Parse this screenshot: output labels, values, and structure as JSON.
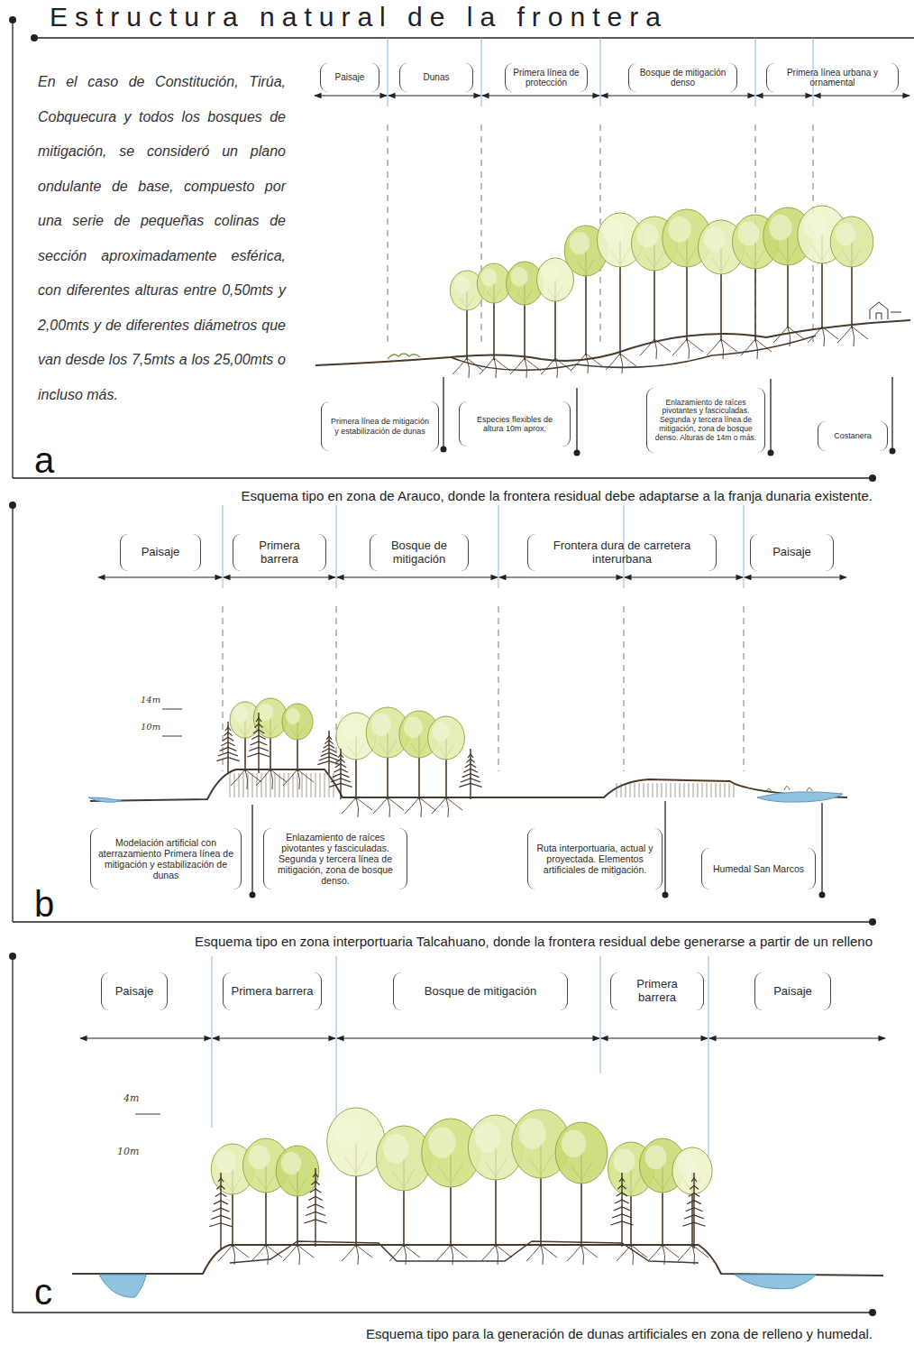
{
  "diagram": {
    "title": "Estructura natural de la frontera",
    "labels": [
      "En el caso de Constitución, Tirúa, Cobquecura y todos los bosques de mitigación, se consideró un plano ondulante de base, compuesto por una serie de pequeñas colinas de sección aproximadamente esférica, con diferentes alturas entre 0,50mts y 2,00mts y de diferentes diámetros que van desde los 7,5mts a los 25,00mts o incluso más.",
      "Paisaje",
      "Dunas",
      "Primera línea de protección",
      "Bosque de mitigación denso",
      "Primera línea urbana y ornamental",
      "Primera línea de mitigación y estabilización de dunas",
      "Especies flexibles de altura 10m aprox.",
      "Enlazamiento de raíces pivotantes y fasciculadas. Segunda y tercera línea de mitigación, zona de bosque denso. Alturas de 14m o más.",
      "Costanera",
      "a",
      "Esquema tipo en zona de Arauco, donde la frontera residual debe adaptarse a la franja dunaria existente.",
      "Paisaje",
      "Primera barrera",
      "Bosque de mitigación",
      "Frontera dura de carretera interurbana",
      "Paisaje",
      "14m",
      "10m",
      "Modelación artificial con aterrazamiento Primera línea de mitigación y estabilización de dunas",
      "Enlazamiento de raíces pivotantes y fasciculadas. Segunda y tercera línea de mitigación, zona de bosque denso.",
      "Ruta interportuaria, actual y proyectada. Elementos artificiales de mitigación.",
      "Humedal San Marcos",
      "b",
      "Esquema tipo en zona interportuaria Talcahuano, donde la frontera residual debe generarse a partir de un relleno",
      "Paisaje",
      "Primera barrera",
      "Bosque de mitigación",
      "Primera barrera",
      "Paisaje",
      "4m",
      "10m",
      "c",
      "Esquema tipo para la generación de dunas artificiales en zona de relleno y humedal."
    ]
  }
}
